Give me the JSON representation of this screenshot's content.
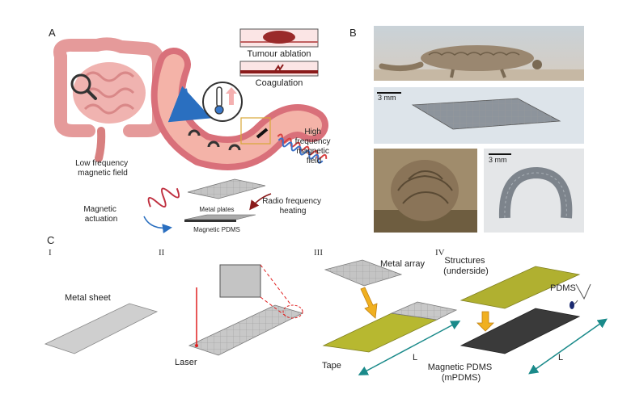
{
  "panels": {
    "a": "A",
    "b": "B",
    "c": "C"
  },
  "panel_a": {
    "tumour_ablation": "Tumour ablation",
    "coagulation": "Coagulation",
    "high_freq": [
      "High",
      "frequency",
      "magnetic",
      "field"
    ],
    "low_freq": [
      "Low frequency",
      "magnetic field"
    ],
    "magnetic_actuation": [
      "Magnetic",
      "actuation"
    ],
    "metal_plates": "Metal plates",
    "magnetic_pdms": "Magnetic PDMS",
    "rf_heating": [
      "Radio frequency",
      "heating"
    ]
  },
  "panel_b": {
    "scale_1": "3 mm",
    "scale_2": "3 mm"
  },
  "panel_c": {
    "steps": [
      "I",
      "II",
      "III",
      "IV"
    ],
    "metal_sheet": "Metal sheet",
    "laser": "Laser",
    "metal_array": "Metal array",
    "tape": "Tape",
    "length_1": "L",
    "structures": [
      "Structures",
      "(underside)"
    ],
    "pdms": "PDMS",
    "mpdms": [
      "Magnetic PDMS",
      "(mPDMS)"
    ],
    "length_2": "L"
  },
  "colors": {
    "tape": "#b7b830",
    "mpdms": "#3a3a3a",
    "laser": "#e02020",
    "arrow": "#f0b020",
    "length": "#1a8a8a"
  }
}
